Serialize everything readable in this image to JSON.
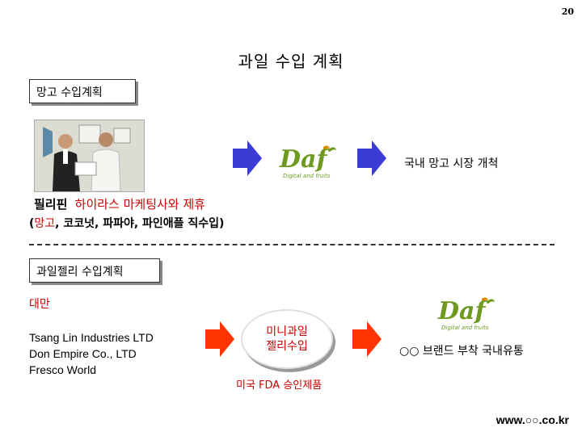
{
  "page_number": "20",
  "title": "과일 수입 계획",
  "mango_section": {
    "box_label": "망고 수입계획",
    "result_text": "국내 망고 시장 개척",
    "partner_country": "필리핀",
    "partner_name": "하이라스 마케팅사와 제휴",
    "product_prefix": "(",
    "product_mango": "망고",
    "product_rest": ", 코코넛, 파파야, 파인애플 직수입)"
  },
  "jelly_section": {
    "box_label": "과일젤리 수입계획",
    "country": "대만",
    "companies": [
      "Tsang Lin Industries LTD",
      "Don Empire Co., LTD",
      "Fresco World"
    ],
    "oval_line1": "미니과일",
    "oval_line2": "젤리수입",
    "fda_note": "미국 FDA 승인제품",
    "result_text": "○○ 브랜드 부착 국내유통"
  },
  "logo": {
    "wordmark": "Daf",
    "tagline": "Digital and fruits"
  },
  "colors": {
    "arrow_blue": "#3b3bd6",
    "arrow_red": "#ff3300",
    "accent_red": "#cc0000",
    "logo_green": "#6e9a1f",
    "logo_orange": "#e08a00"
  },
  "footer_url": "www.○○.co.kr"
}
